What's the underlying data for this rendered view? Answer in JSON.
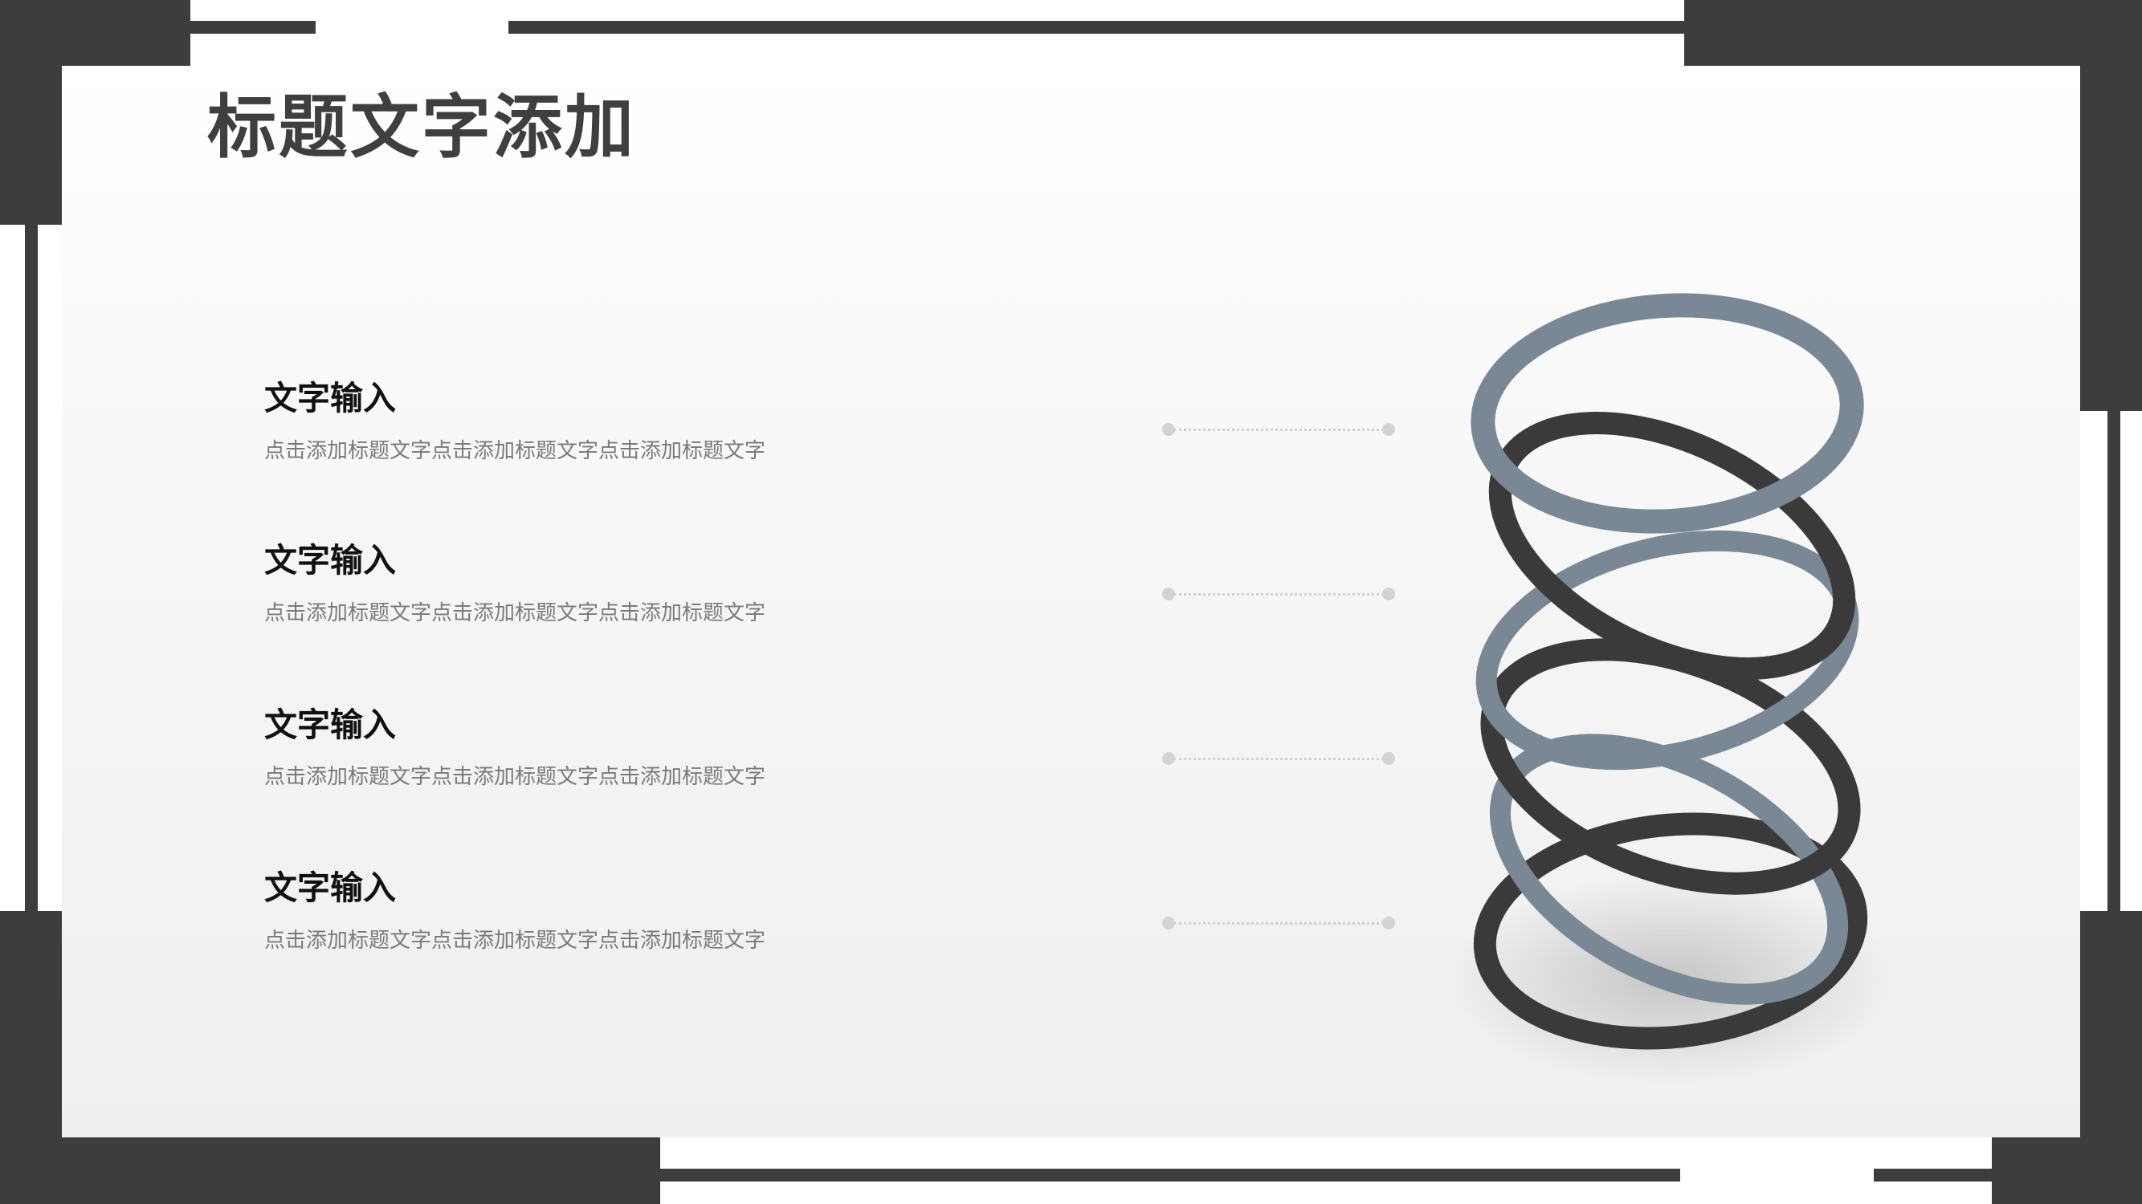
{
  "slide": {
    "title": "标题文字添加",
    "items": [
      {
        "heading": "文字输入",
        "description": "点击添加标题文字点击添加标题文字点击添加标题文字"
      },
      {
        "heading": "文字输入",
        "description": "点击添加标题文字点击添加标题文字点击添加标题文字"
      },
      {
        "heading": "文字输入",
        "description": "点击添加标题文字点击添加标题文字点击添加标题文字"
      },
      {
        "heading": "文字输入",
        "description": "点击添加标题文字点击添加标题文字点击添加标题文字"
      }
    ]
  },
  "colors": {
    "frame": "#3d3d3d",
    "ring_dark": "#3a3a3a",
    "ring_blue": "#7a8795",
    "background": "#f2f2f2"
  },
  "decoration": {
    "graphic": "stacked-rings-spring"
  }
}
